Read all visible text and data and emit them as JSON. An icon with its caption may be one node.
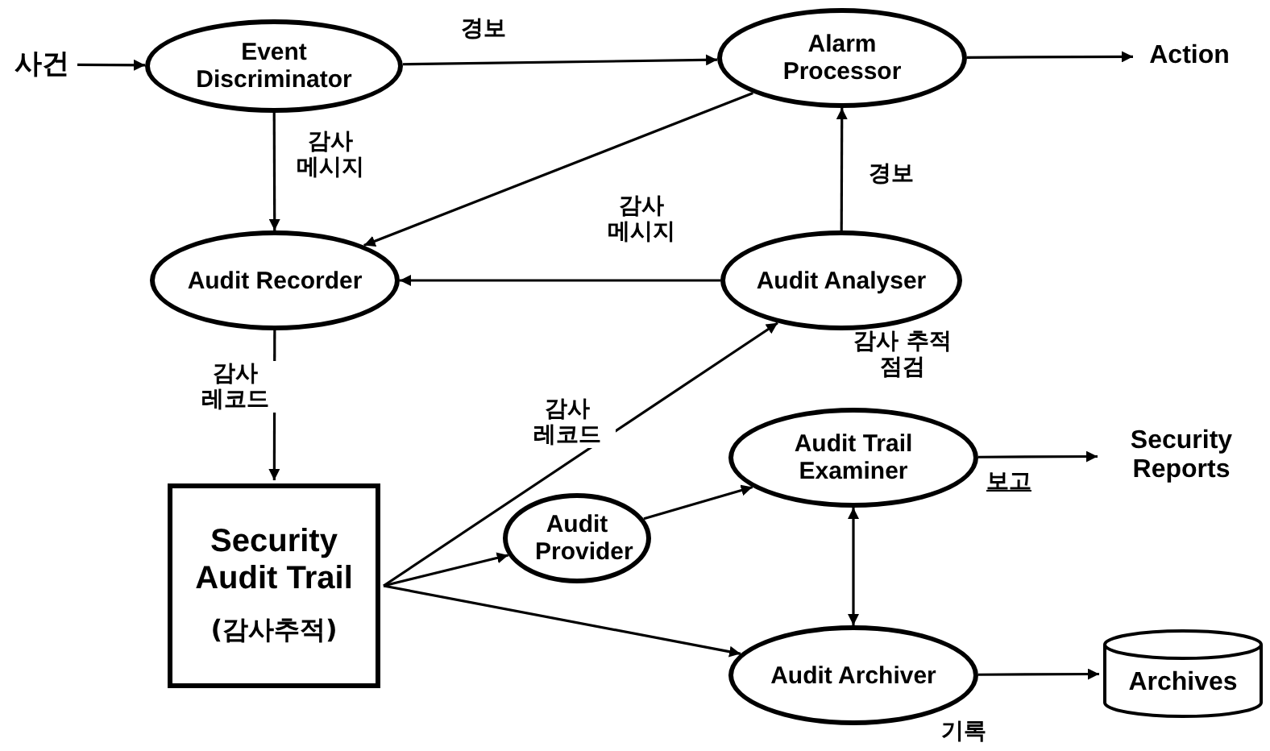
{
  "diagram": {
    "nodes": [
      {
        "text": [
          "사건"
        ]
      },
      {
        "text": [
          "Event Discriminator"
        ]
      },
      {
        "text": [
          "Alarm Processor"
        ]
      },
      {
        "text": [
          "Action"
        ]
      },
      {
        "text": [
          "Audit Recorder"
        ]
      },
      {
        "text": [
          "Audit Analyser"
        ],
        "beside": [
          "감사 추적 점검"
        ]
      },
      {
        "text": [
          "Security Audit Trail",
          "(감사추적)"
        ]
      },
      {
        "text": [
          "Audit Provider"
        ]
      },
      {
        "text": [
          "Audit Trail Examiner"
        ]
      },
      {
        "text": [
          "Security Reports"
        ]
      },
      {
        "text": [
          "Audit Archiver"
        ],
        "beside": [
          "기록"
        ]
      },
      {
        "text": [
          "Archives"
        ]
      }
    ],
    "edges": [
      {
        "from": 0,
        "to": 1,
        "arrow": "to"
      },
      {
        "from": 1,
        "to": 2,
        "arrow": "to",
        "label": "경보"
      },
      {
        "from": 2,
        "to": 3,
        "arrow": "to"
      },
      {
        "from": 1,
        "to": 4,
        "arrow": "to",
        "label": "감사 메시지"
      },
      {
        "from": 2,
        "to": 4,
        "arrow": "to"
      },
      {
        "from": 5,
        "to": 4,
        "arrow": "to",
        "label": "감사 메시지"
      },
      {
        "from": 5,
        "to": 2,
        "arrow": "to",
        "label": "경보"
      },
      {
        "from": 4,
        "to": 6,
        "arrow": "to",
        "label": "감사 레코드"
      },
      {
        "from": 6,
        "to": 5,
        "arrow": "to",
        "label": "감사 레코드"
      },
      {
        "from": 6,
        "to": 7,
        "arrow": "to"
      },
      {
        "from": 6,
        "to": 10,
        "arrow": "to"
      },
      {
        "from": 7,
        "to": 8,
        "arrow": "to"
      },
      {
        "from": 8,
        "to": 9,
        "arrow": "to",
        "label": "보고"
      },
      {
        "from": 8,
        "to": 10,
        "arrow": "both"
      },
      {
        "from": 10,
        "to": 11,
        "arrow": "to"
      }
    ]
  }
}
